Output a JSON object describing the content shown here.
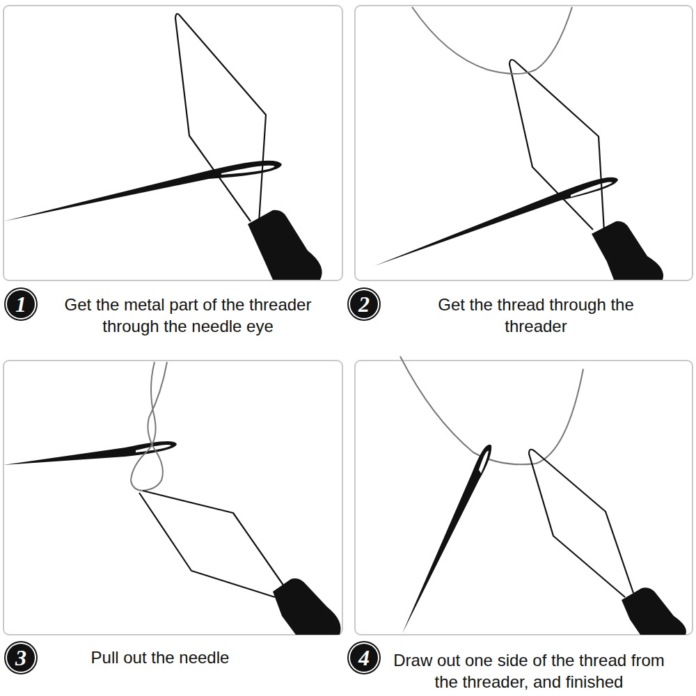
{
  "diagram": {
    "labels": [
      "1",
      "Get the metal part of the threader through the needle eye",
      "2",
      "Get the thread through the threader",
      "3",
      "Pull out the needle",
      "4",
      "Draw out one side of the thread from the threader, and finished"
    ]
  }
}
